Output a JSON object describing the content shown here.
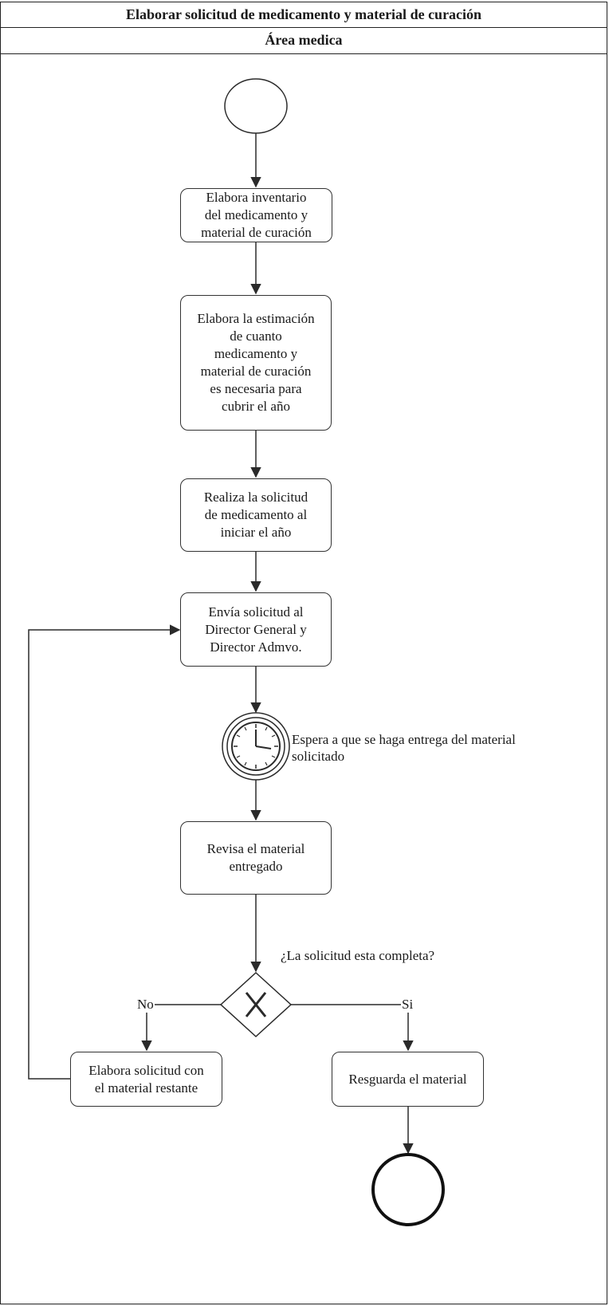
{
  "header": {
    "title": "Elaborar solicitud de medicamento y material de curación",
    "lane": "Área medica"
  },
  "tasks": {
    "t1": [
      "Elabora inventario",
      "del medicamento y",
      "material de curación"
    ],
    "t2": [
      "Elabora la estimación",
      "de cuanto",
      "medicamento y",
      "material de curación",
      "es necesaria para",
      "cubrir el año"
    ],
    "t3": [
      "Realiza la solicitud",
      "de medicamento al",
      "iniciar el año"
    ],
    "t4": [
      "Envía solicitud al",
      "Director General y",
      "Director Admvo."
    ],
    "t5": [
      "Revisa el material",
      "entregado"
    ],
    "t6": [
      "Elabora solicitud con",
      "el material restante"
    ],
    "t7": [
      "Resguarda el material"
    ]
  },
  "timer_event": {
    "label": [
      "Espera a que se haga entrega del material",
      "solicitado"
    ],
    "icon": "clock-icon"
  },
  "gateway": {
    "question": "¿La solicitud esta completa?",
    "no_label": "No",
    "yes_label": "Si",
    "icon": "x-icon"
  },
  "colors": {
    "line": "#2a2a2a",
    "background": "#ffffff"
  }
}
